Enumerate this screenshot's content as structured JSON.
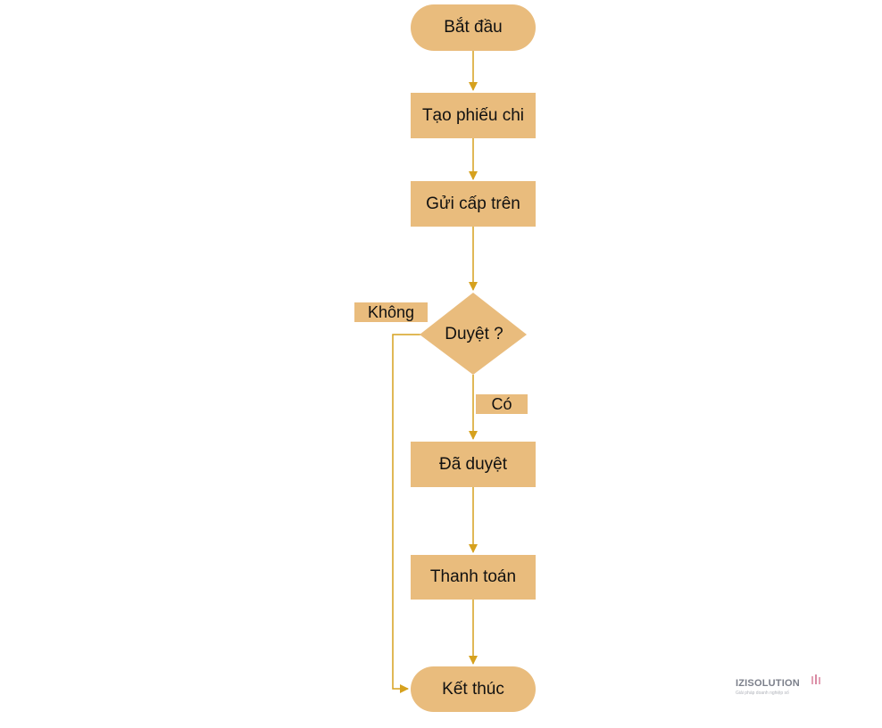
{
  "flowchart": {
    "start": "Bắt đầu",
    "create_voucher": "Tạo phiếu chi",
    "send_superior": "Gửi cấp trên",
    "decision": "Duyệt ?",
    "approved": "Đã duyệt",
    "payment": "Thanh toán",
    "end": "Kết thúc",
    "label_no": "Không",
    "label_yes": "Có"
  },
  "watermark": {
    "text": "IZISOLUTION",
    "tagline": "Giải pháp doanh nghiệp số"
  },
  "colors": {
    "node_fill": "#e9bc7d",
    "connector": "#d6a11e",
    "text": "#111111"
  }
}
